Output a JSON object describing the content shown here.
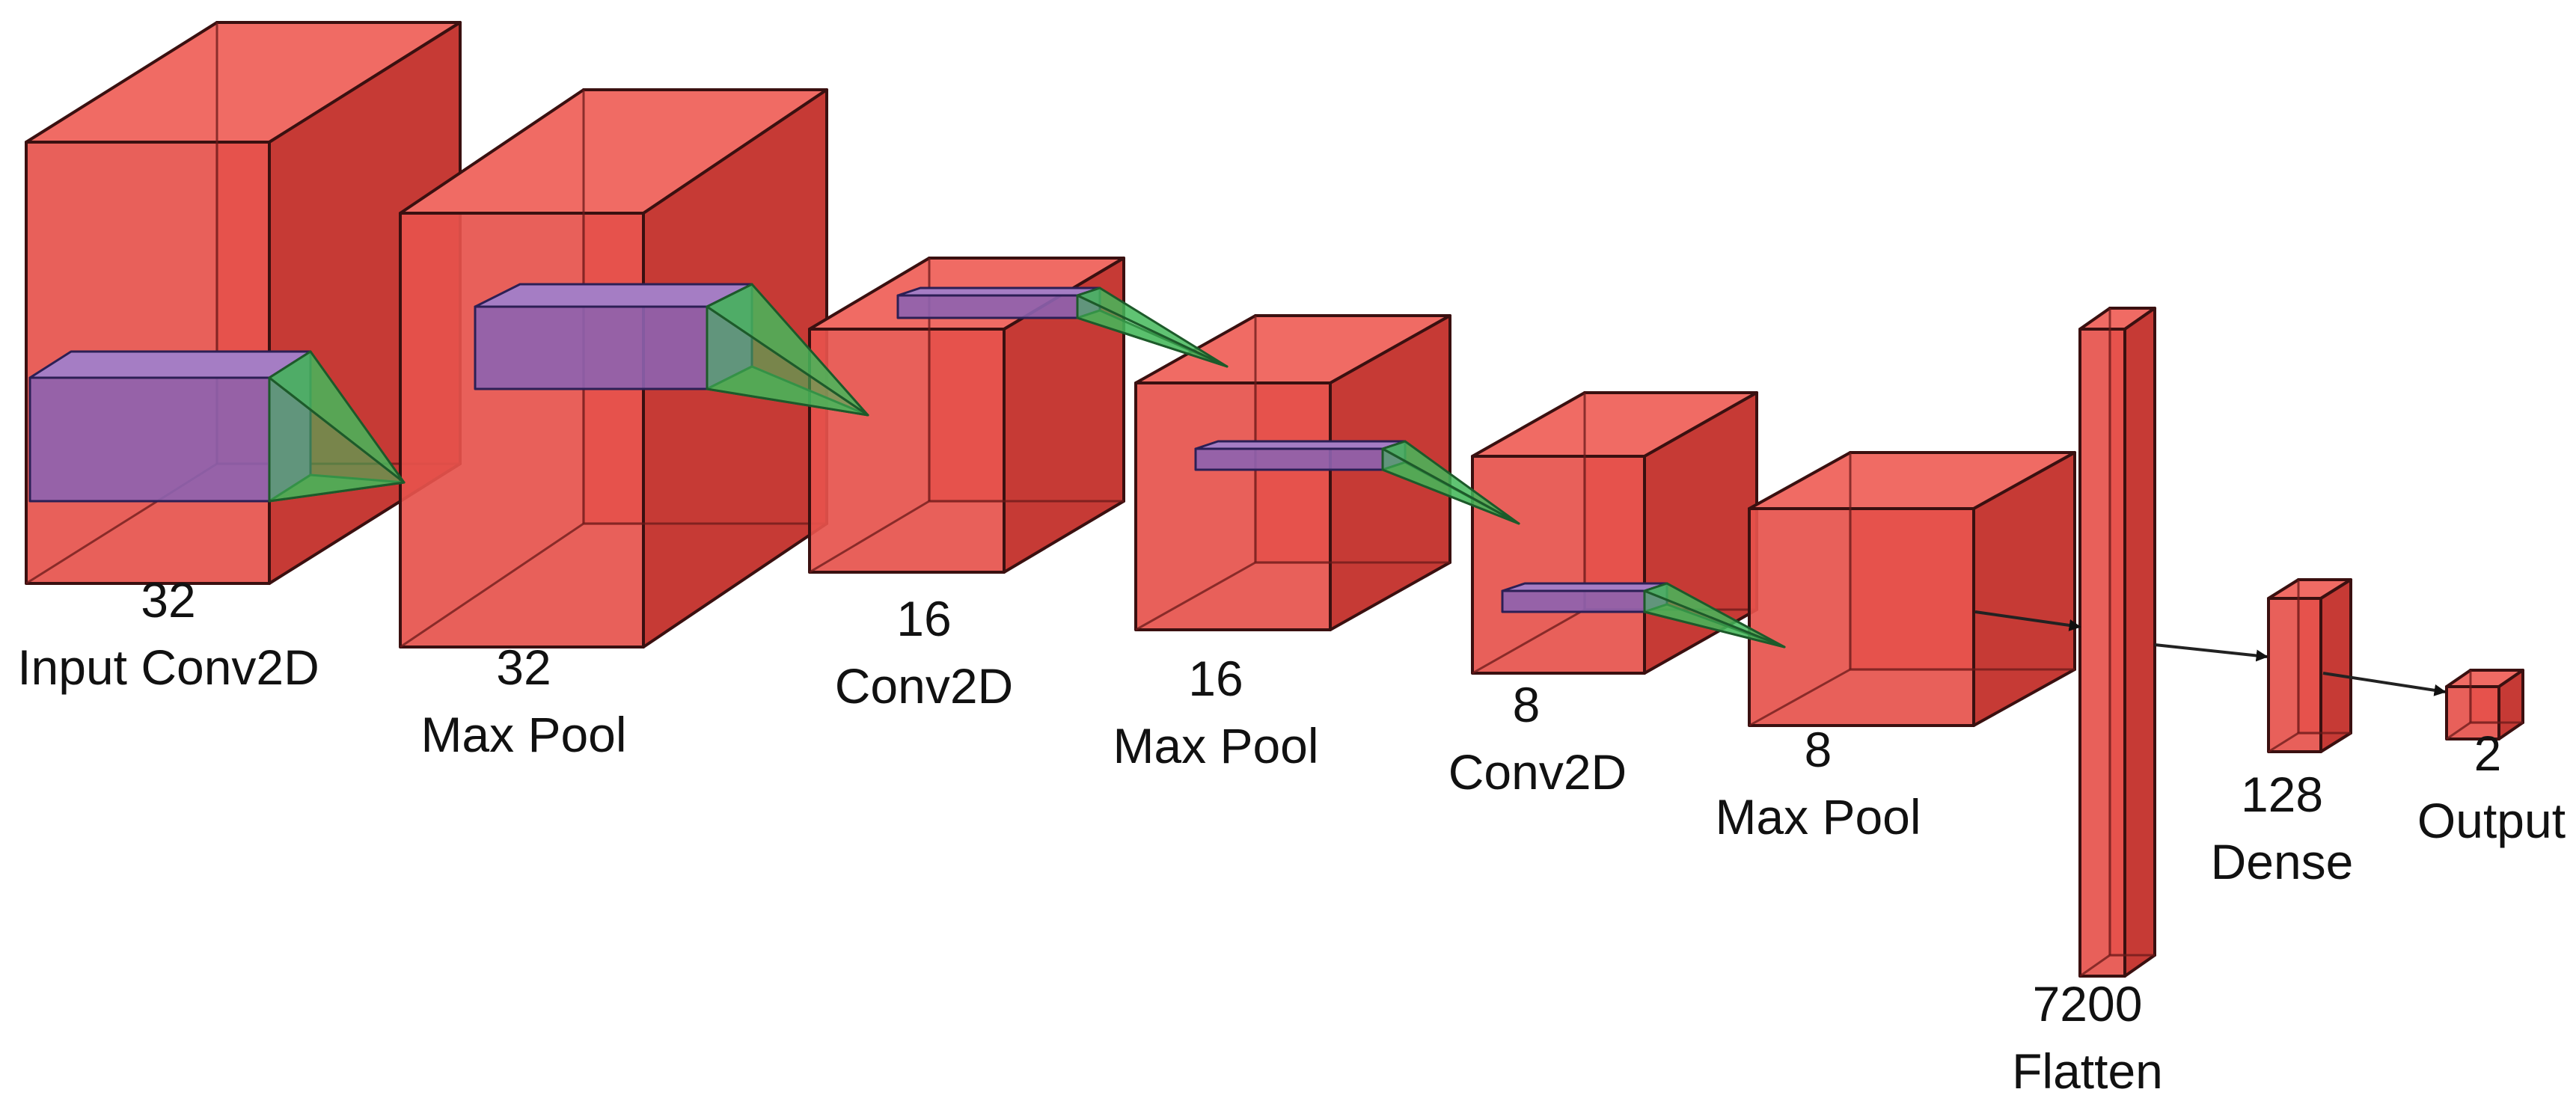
{
  "colors": {
    "block": "#e6524c",
    "block_top": "#f06b64",
    "block_side": "#c63a35",
    "edge": "#3a1010",
    "kernel": "#8d63b0",
    "kernel_top": "#a57dc4",
    "cone": "#44b85a",
    "arrow": "#111111"
  },
  "layers": [
    {
      "id": "input-conv2d",
      "size": "32",
      "name": "Input Conv2D"
    },
    {
      "id": "max-pool-1",
      "size": "32",
      "name": "Max Pool"
    },
    {
      "id": "conv2d-2",
      "size": "16",
      "name": "Conv2D"
    },
    {
      "id": "max-pool-2",
      "size": "16",
      "name": "Max Pool"
    },
    {
      "id": "conv2d-3",
      "size": "8",
      "name": "Conv2D"
    },
    {
      "id": "max-pool-3",
      "size": "8",
      "name": "Max Pool"
    },
    {
      "id": "flatten",
      "size": "7200",
      "name": "Flatten"
    },
    {
      "id": "dense",
      "size": "128",
      "name": "Dense"
    },
    {
      "id": "output",
      "size": "2",
      "name": "Output"
    }
  ]
}
